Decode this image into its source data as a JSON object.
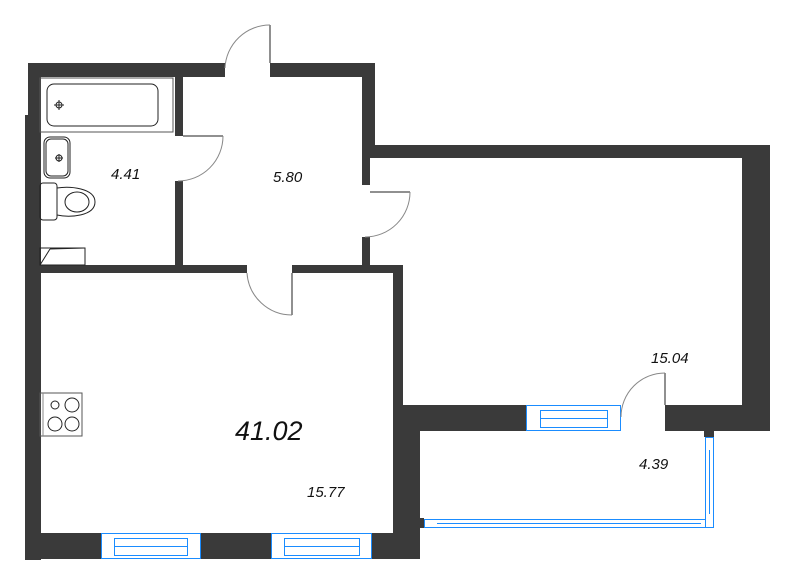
{
  "plan": {
    "total_area": "41.02",
    "rooms": [
      {
        "id": "bathroom",
        "area": "4.41"
      },
      {
        "id": "hallway",
        "area": "5.80"
      },
      {
        "id": "bedroom",
        "area": "15.04"
      },
      {
        "id": "kitchen-living",
        "area": "15.77"
      },
      {
        "id": "balcony",
        "area": "4.39"
      }
    ],
    "colors": {
      "wall": "#3a3a3a",
      "window": "#1a8cff",
      "line": "#222222",
      "door_arc": "#888888"
    }
  }
}
